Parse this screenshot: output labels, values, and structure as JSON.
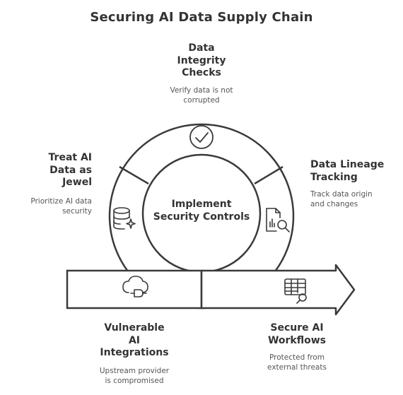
{
  "title": "Securing AI Data Supply Chain",
  "hub": {
    "label_line1": "Implement",
    "label_line2": "Security Controls"
  },
  "stages": {
    "top": {
      "title_lines": [
        "Data",
        "Integrity",
        "Checks"
      ],
      "desc_lines": [
        "Verify data is not",
        "corrupted"
      ],
      "icon": "check-circle-icon"
    },
    "right": {
      "title_lines": [
        "Data Lineage",
        "Tracking"
      ],
      "desc_lines": [
        "Track data origin",
        "and changes"
      ],
      "icon": "chart-search-icon"
    },
    "left": {
      "title_lines": [
        "Treat AI",
        "Data as",
        "Jewel"
      ],
      "desc_lines": [
        "Prioritize AI data",
        "security"
      ],
      "icon": "database-sparkle-icon"
    },
    "bottom_left": {
      "title_lines": [
        "Vulnerable",
        "AI",
        "Integrations"
      ],
      "desc_lines": [
        "Upstream provider",
        "is compromised"
      ],
      "icon": "cloud-plug-icon"
    },
    "bottom_right": {
      "title_lines": [
        "Secure AI",
        "Workflows"
      ],
      "desc_lines": [
        "Protected from",
        "external threats"
      ],
      "icon": "table-shield-icon"
    }
  },
  "colors": {
    "stroke": "#3a3a3a",
    "fill": "#ffffff",
    "text": "#333333"
  }
}
